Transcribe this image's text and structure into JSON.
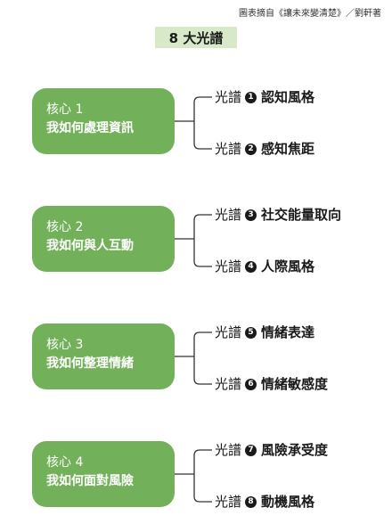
{
  "source": "圖表摘自《讓未來變清楚》／劉軒著",
  "title": "8 大光譜",
  "colors": {
    "core_bg": "#72b15a",
    "title_bg": "#d7e9c8",
    "line": "#333333",
    "text": "#1a1a1a"
  },
  "cores": [
    {
      "label": "核心 1",
      "desc": "我如何處理資訊",
      "spectrums": [
        {
          "prefix": "光譜",
          "num": "1",
          "name": "認知風格"
        },
        {
          "prefix": "光譜",
          "num": "2",
          "name": "感知焦距"
        }
      ]
    },
    {
      "label": "核心 2",
      "desc": "我如何與人互動",
      "spectrums": [
        {
          "prefix": "光譜",
          "num": "3",
          "name": "社交能量取向"
        },
        {
          "prefix": "光譜",
          "num": "4",
          "name": "人際風格"
        }
      ]
    },
    {
      "label": "核心 3",
      "desc": "我如何整理情緒",
      "spectrums": [
        {
          "prefix": "光譜",
          "num": "5",
          "name": "情緒表達"
        },
        {
          "prefix": "光譜",
          "num": "6",
          "name": "情緒敏感度"
        }
      ]
    },
    {
      "label": "核心 4",
      "desc": "我如何面對風險",
      "spectrums": [
        {
          "prefix": "光譜",
          "num": "7",
          "name": "風險承受度"
        },
        {
          "prefix": "光譜",
          "num": "8",
          "name": "動機風格"
        }
      ]
    }
  ]
}
